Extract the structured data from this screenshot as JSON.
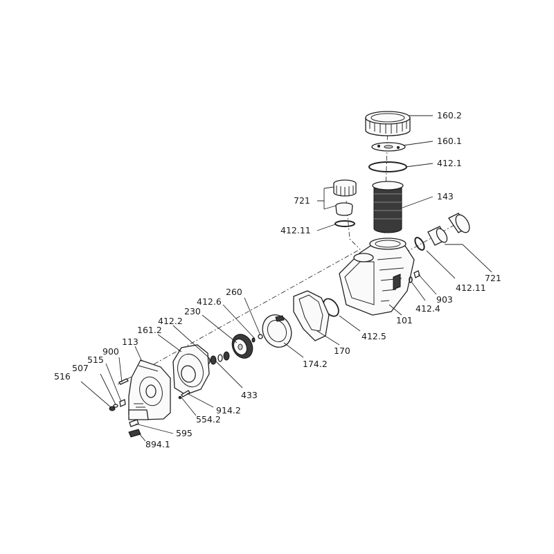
{
  "labels": [
    {
      "text": "160.2"
    },
    {
      "text": "160.1"
    },
    {
      "text": "412.1"
    },
    {
      "text": "143"
    },
    {
      "text": "721"
    },
    {
      "text": "412.11"
    },
    {
      "text": "721"
    },
    {
      "text": "412.11"
    },
    {
      "text": "903"
    },
    {
      "text": "412.4"
    },
    {
      "text": "101"
    },
    {
      "text": "412.5"
    },
    {
      "text": "170"
    },
    {
      "text": "174.2"
    },
    {
      "text": "260"
    },
    {
      "text": "412.6"
    },
    {
      "text": "230"
    },
    {
      "text": "412.2"
    },
    {
      "text": "161.2"
    },
    {
      "text": "113"
    },
    {
      "text": "900"
    },
    {
      "text": "515"
    },
    {
      "text": "507"
    },
    {
      "text": "516"
    },
    {
      "text": "433"
    },
    {
      "text": "914.2"
    },
    {
      "text": "554.2"
    },
    {
      "text": "595"
    },
    {
      "text": "894.1"
    }
  ]
}
